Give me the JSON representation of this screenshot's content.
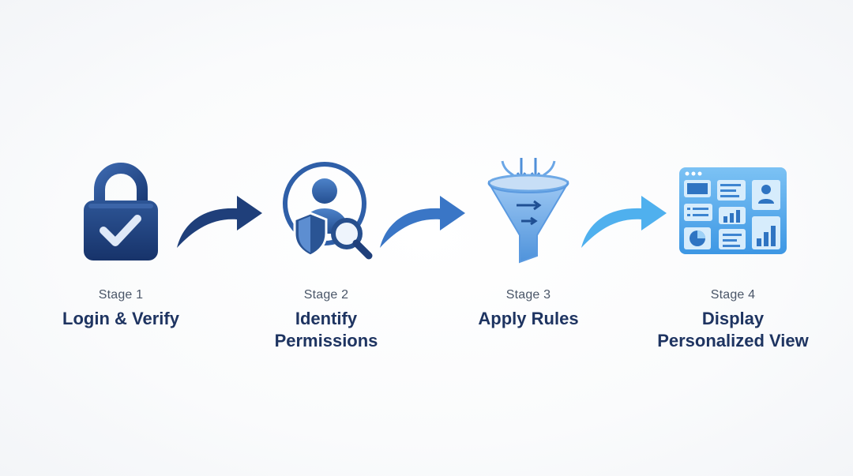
{
  "stages": [
    {
      "number": "Stage 1",
      "title": "Login & Verify",
      "icon": "padlock-check-icon",
      "color": "#1f3f7a"
    },
    {
      "number": "Stage 2",
      "title": "Identify\nPermissions",
      "icon": "user-shield-magnifier-icon",
      "color": "#2f5fa8"
    },
    {
      "number": "Stage 3",
      "title": "Apply Rules",
      "icon": "funnel-filter-icon",
      "color": "#5b9ae0"
    },
    {
      "number": "Stage 4",
      "title": "Display\nPersonalized View",
      "icon": "dashboard-icon",
      "color": "#4aa6ea"
    }
  ],
  "arrows": [
    {
      "icon": "curved-arrow-right-icon",
      "color": "#1f3f7a"
    },
    {
      "icon": "curved-arrow-right-icon",
      "color": "#3a76c6"
    },
    {
      "icon": "curved-arrow-right-icon",
      "color": "#4fb0ee"
    }
  ]
}
